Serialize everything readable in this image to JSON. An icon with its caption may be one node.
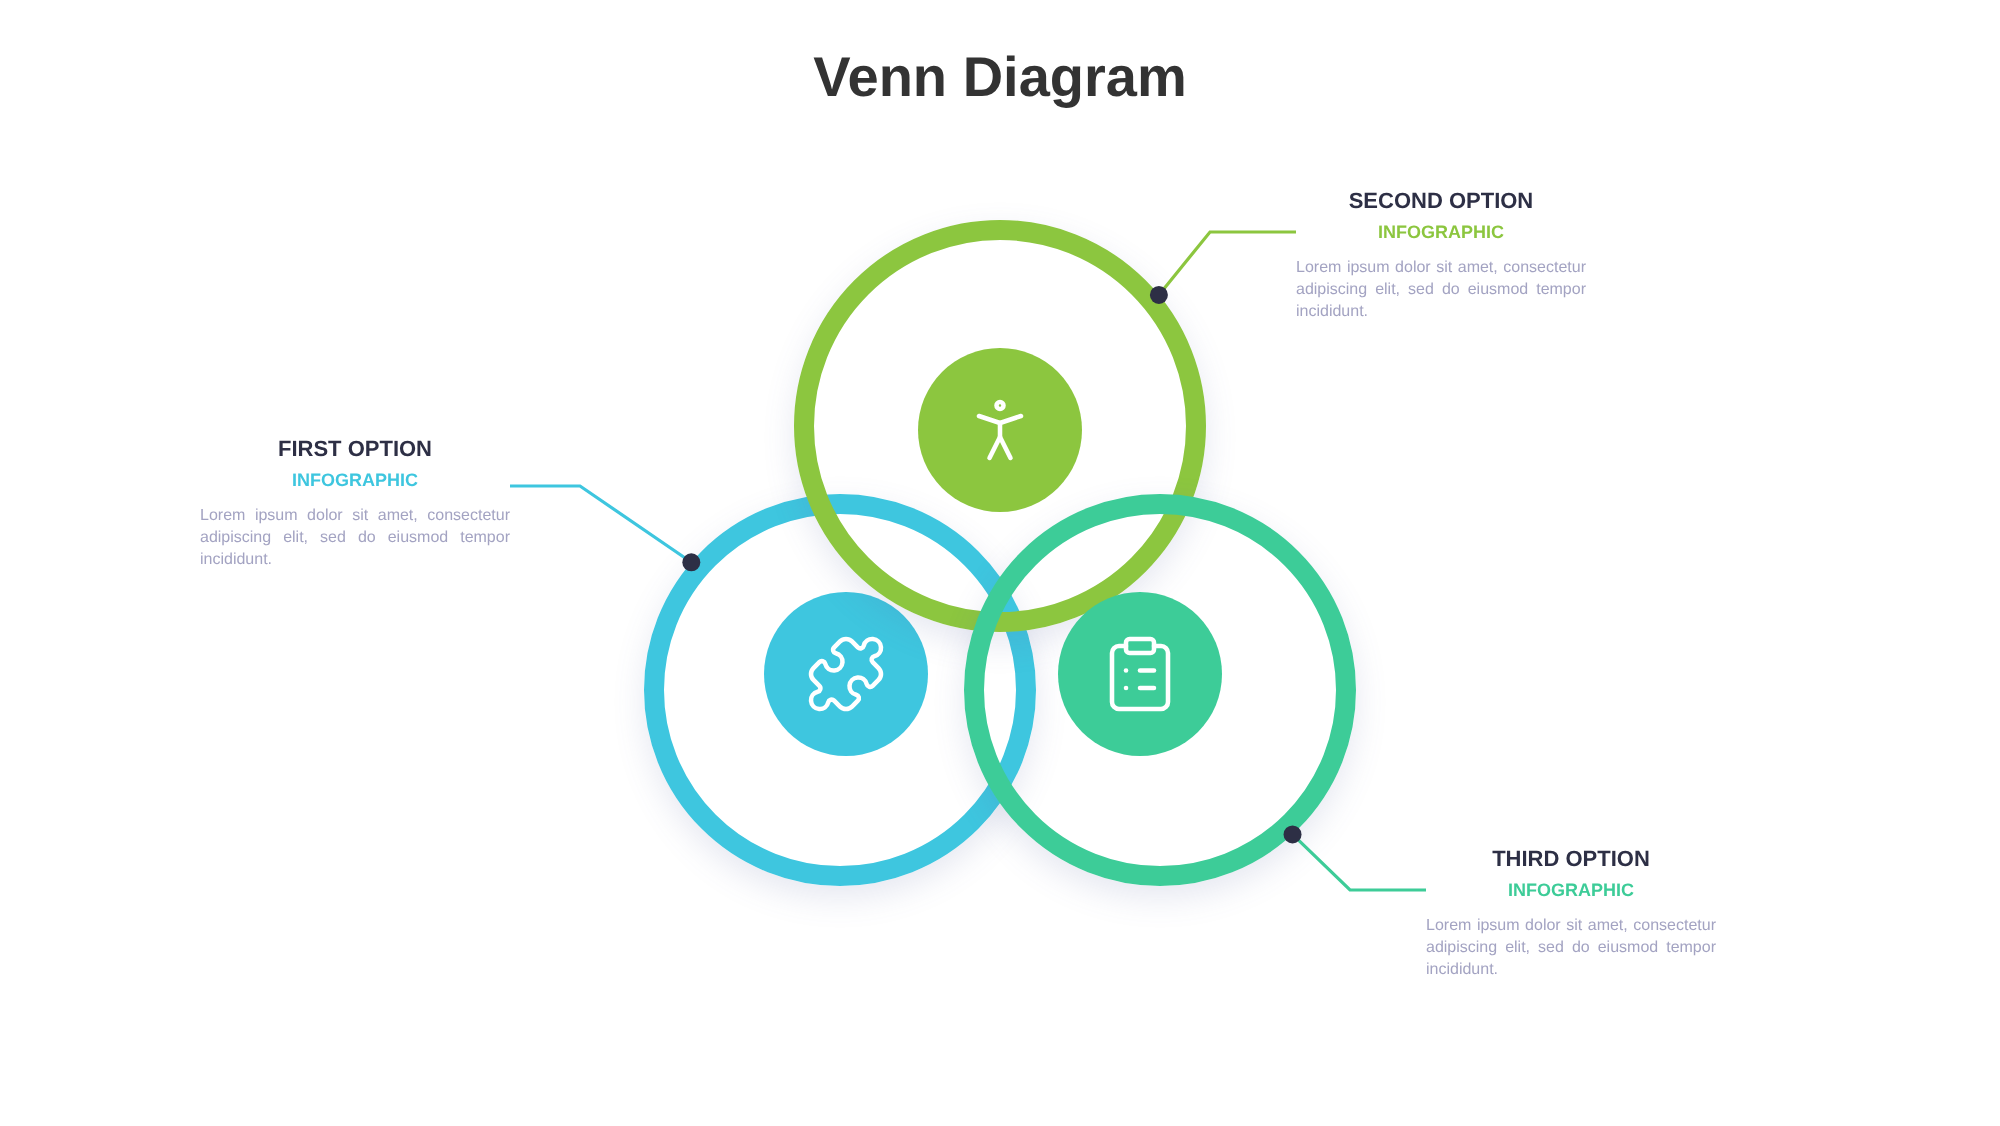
{
  "diagram": {
    "title": "Venn Diagram",
    "nodes": [
      {
        "text": [
          "FIRST OPTION",
          "INFOGRAPHIC",
          "Lorem ipsum dolor sit amet, consectetur adipiscing elit, sed do eiusmod tempor incididunt."
        ]
      },
      {
        "text": [],
        "shape": "circle"
      },
      {
        "text": [
          "SECOND OPTION",
          "INFOGRAPHIC",
          "Lorem ipsum dolor sit amet, consectetur adipiscing elit, sed do eiusmod tempor incididunt."
        ]
      },
      {
        "text": [],
        "shape": "circle"
      },
      {
        "text": [
          "THIRD OPTION",
          "INFOGRAPHIC",
          "Lorem ipsum dolor sit amet, consectetur adipiscing elit, sed do eiusmod tempor incididunt."
        ]
      },
      {
        "text": [],
        "shape": "circle"
      }
    ],
    "edges": [
      {
        "from": 0,
        "to": 1,
        "arrow": "other",
        "color": "#3ec6df"
      },
      {
        "from": 2,
        "to": 3,
        "arrow": "other",
        "color": "#8cc63f"
      },
      {
        "from": 4,
        "to": 5,
        "arrow": "other",
        "color": "#3dcc98"
      }
    ]
  }
}
